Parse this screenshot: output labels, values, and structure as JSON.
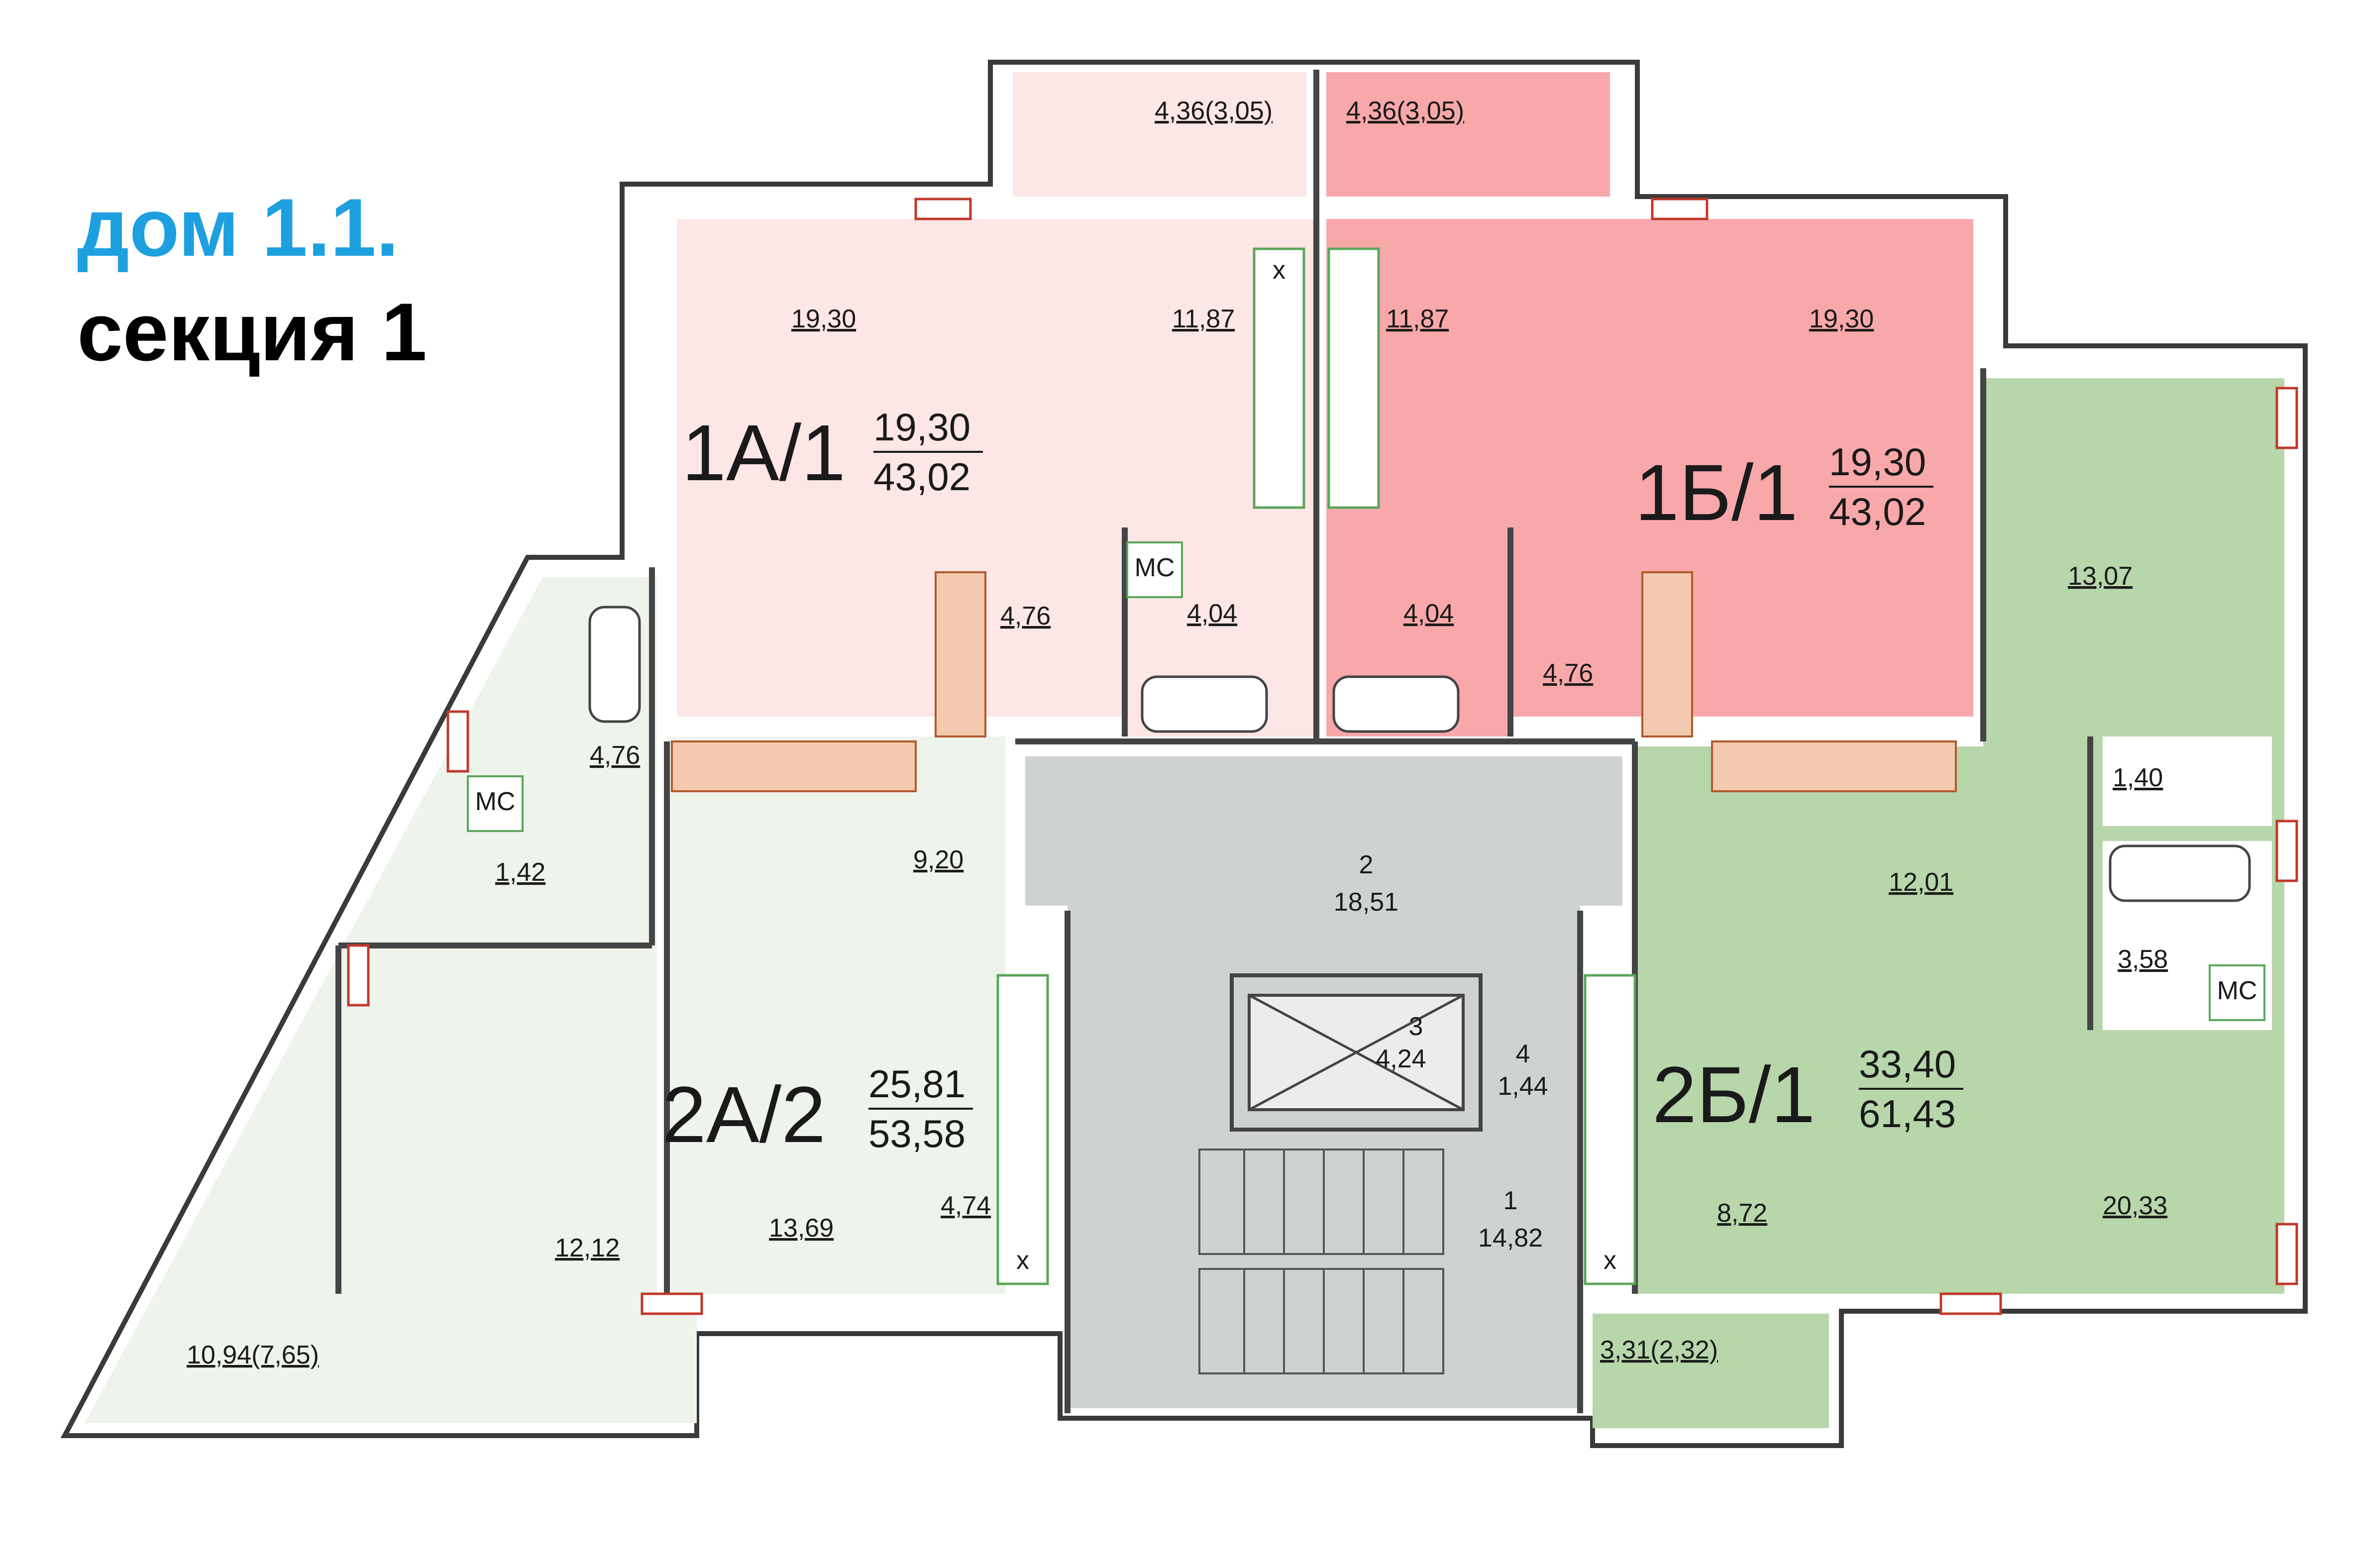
{
  "title": {
    "house": "дом 1.1.",
    "section": "секция 1"
  },
  "colors": {
    "apt_1a": "#fde6e6",
    "apt_1b": "#f9a8aa",
    "apt_2a": "#eef3ec",
    "apt_2b": "#b7d6aa",
    "common": "#cfd2d3",
    "wall": "#ffffff",
    "title_accent": "#1e9fe0"
  },
  "apartments": [
    {
      "code": "1А/1",
      "living": "19,30",
      "total": "43,02"
    },
    {
      "code": "1Б/1",
      "living": "19,30",
      "total": "43,02"
    },
    {
      "code": "2А/2",
      "living": "25,81",
      "total": "53,58"
    },
    {
      "code": "2Б/1",
      "living": "33,40",
      "total": "61,43"
    }
  ],
  "rooms": {
    "r_1a_balcony": "4,36(3,05)",
    "r_1b_balcony": "4,36(3,05)",
    "r_1a_living": "19,30",
    "r_1a_kitchen": "11,87",
    "r_1b_kitchen": "11,87",
    "r_1b_living": "19,30",
    "r_1a_hall": "4,76",
    "r_1a_bath": "4,04",
    "r_1b_bath": "4,04",
    "r_1b_hall": "4,76",
    "r_2b_room": "13,07",
    "r_2b_wc": "1,40",
    "r_2a_bath": "4,76",
    "r_2a_wc": "1,42",
    "r_2a_hall": "9,20",
    "r_2b_hall": "12,01",
    "r_2b_bath": "3,58",
    "r_2a_kitchen": "4,74",
    "r_2a_living": "13,69",
    "r_2a_room": "12,12",
    "r_2a_loggia": "10,94(7,65)",
    "r_2b_kitchen": "8,72",
    "r_2b_living": "20,33",
    "r_2b_loggia": "3,31(2,32)"
  },
  "common_areas": [
    {
      "num": "2",
      "area": "18,51"
    },
    {
      "num": "3",
      "area": "4,24"
    },
    {
      "num": "4",
      "area": "1,44"
    },
    {
      "num": "1",
      "area": "14,82"
    }
  ],
  "fixtures": {
    "washer": "МС",
    "stove": "х"
  }
}
